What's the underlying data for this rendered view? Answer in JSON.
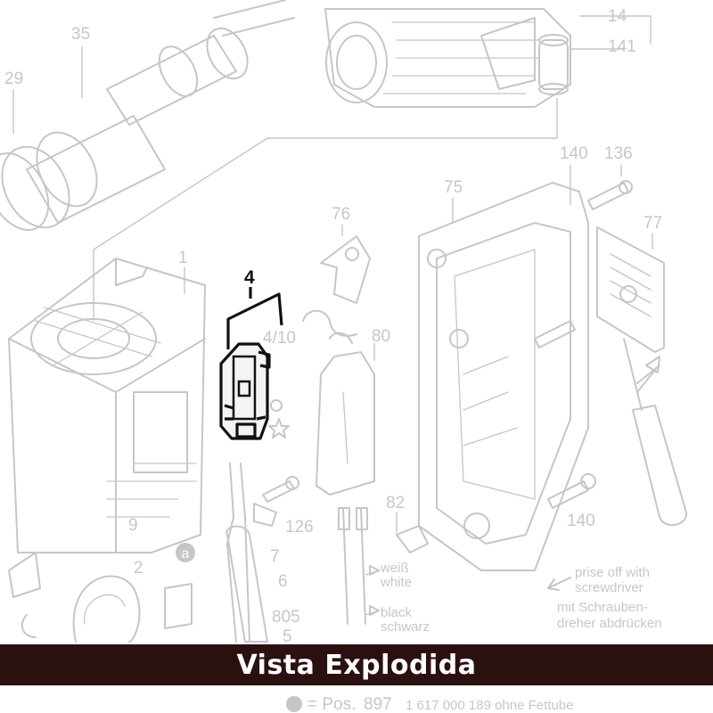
{
  "banner": {
    "title": "Vista Explodida",
    "background": "#2b1010",
    "text_color": "#ffffff"
  },
  "diagram": {
    "highlighted_part": "4",
    "labels": [
      "14",
      "141",
      "35",
      "29",
      "140",
      "136",
      "75",
      "76",
      "77",
      "1",
      "4/10",
      "80",
      "9",
      "126",
      "82",
      "140",
      "2",
      "7",
      "6",
      "805",
      "5",
      "897"
    ],
    "notes": {
      "white": [
        "weiß",
        "white"
      ],
      "black": [
        "black",
        "schwarz"
      ],
      "pry": [
        "prise off with",
        "screwdriver",
        "mit Schrauben-",
        "dreher abdrücken"
      ],
      "footer_pos": "= Pos.",
      "footer_code": "1 617 000 189 ohne Fettube"
    },
    "symbols": {
      "a": "a"
    }
  }
}
